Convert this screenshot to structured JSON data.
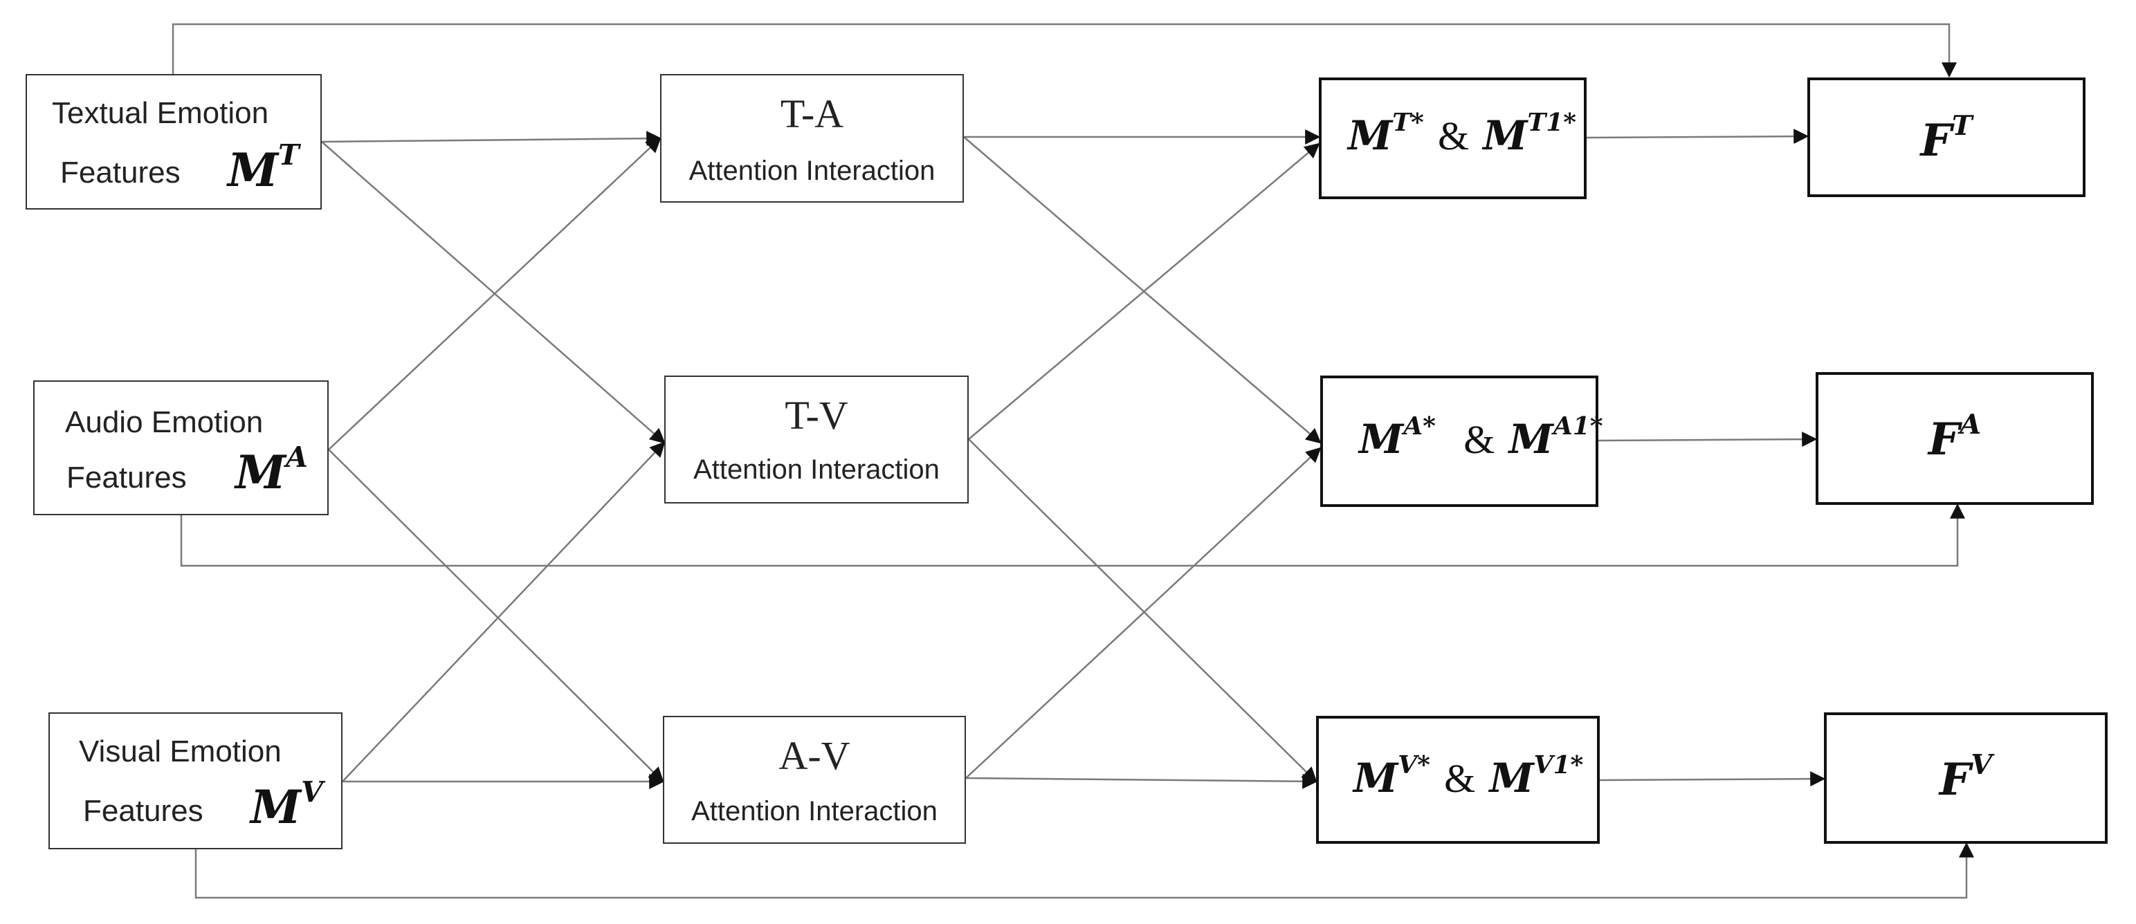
{
  "inputs": {
    "textual": {
      "line1": "Textual Emotion",
      "line2": "Features",
      "symbol": "M",
      "sup": "T"
    },
    "audio": {
      "line1": "Audio Emotion",
      "line2": "Features",
      "symbol": "M",
      "sup": "A"
    },
    "visual": {
      "line1": "Visual Emotion",
      "line2": "Features",
      "symbol": "M",
      "sup": "V"
    }
  },
  "interactions": {
    "ta": {
      "title": "T-A",
      "subtitle": "Attention Interaction"
    },
    "tv": {
      "title": "T-V",
      "subtitle": "Attention Interaction"
    },
    "av": {
      "title": "A-V",
      "subtitle": "Attention Interaction"
    }
  },
  "merged": {
    "t": {
      "m1": "M",
      "s1": "T*",
      "amp": "&",
      "m2": "M",
      "s2": "T1*"
    },
    "a": {
      "m1": "M",
      "s1": "A*",
      "amp": "&",
      "m2": "M",
      "s2": "A1*"
    },
    "v": {
      "m1": "M",
      "s1": "V*",
      "amp": "&",
      "m2": "M",
      "s2": "V1*"
    }
  },
  "outputs": {
    "t": {
      "symbol": "F",
      "sup": "T"
    },
    "a": {
      "symbol": "F",
      "sup": "A"
    },
    "v": {
      "symbol": "F",
      "sup": "V"
    }
  },
  "colors": {
    "line": "#7a7a7a",
    "border": "#222222",
    "background": "#ffffff"
  }
}
